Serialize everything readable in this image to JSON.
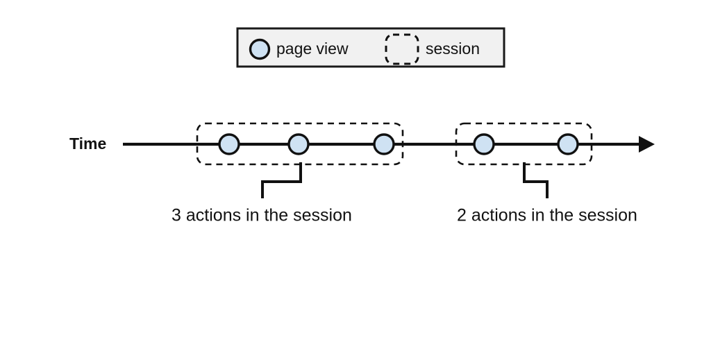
{
  "legend": {
    "items": [
      {
        "icon": "circle-icon",
        "label": "page view"
      },
      {
        "icon": "dashed-rounded-rect-icon",
        "label": "session"
      }
    ]
  },
  "timeline": {
    "axis_label": "Time",
    "arrow_icon": "arrow-right-icon",
    "sessions": [
      {
        "id": "session-1",
        "caption": "3 actions in the session",
        "page_view_count": 3,
        "page_views": [
          {
            "icon": "circle-icon",
            "label": "page view"
          },
          {
            "icon": "circle-icon",
            "label": "page view"
          },
          {
            "icon": "circle-icon",
            "label": "page view"
          }
        ]
      },
      {
        "id": "session-2",
        "caption": "2 actions in the session",
        "page_view_count": 2,
        "page_views": [
          {
            "icon": "circle-icon",
            "label": "page view"
          },
          {
            "icon": "circle-icon",
            "label": "page view"
          }
        ]
      }
    ]
  },
  "colors": {
    "page_view_fill": "#cfe2f3",
    "stroke": "#111111",
    "legend_background": "#f1f1f1",
    "canvas_background": "#ffffff"
  }
}
